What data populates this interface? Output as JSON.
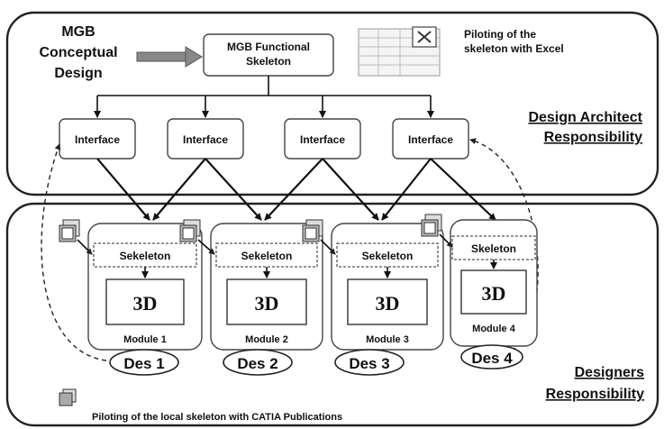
{
  "top_panel": {
    "concept_line1": "MGB",
    "concept_line2": "Conceptual",
    "concept_line3": "Design",
    "skeleton_line1": "MGB Functional",
    "skeleton_line2": "Skeleton",
    "excel_line1": "Piloting of the",
    "excel_line2": "skeleton with Excel",
    "role_line1": "Design Architect",
    "role_line2": "Responsibility"
  },
  "interfaces": [
    "Interface",
    "Interface",
    "Interface",
    "Interface"
  ],
  "modules": [
    {
      "skeleton": "Sekeleton",
      "box": "3D",
      "name": "Module 1",
      "designer": "Des 1"
    },
    {
      "skeleton": "Sekeleton",
      "box": "3D",
      "name": "Module 2",
      "designer": "Des 2"
    },
    {
      "skeleton": "Sekeleton",
      "box": "3D",
      "name": "Module 3",
      "designer": "Des 3"
    },
    {
      "skeleton": "Skeleton",
      "box": "3D",
      "name": "Module 4",
      "designer": "Des 4"
    }
  ],
  "bottom_panel": {
    "role_line1": "Designers",
    "role_line2": "Responsibility",
    "footer": "Piloting of the local skeleton with CATIA Publications"
  },
  "icons": [
    "excel-sheet-icon",
    "catia-part-icon",
    "catia-part-icon",
    "catia-part-icon",
    "catia-part-icon",
    "catia-publication-icon"
  ]
}
